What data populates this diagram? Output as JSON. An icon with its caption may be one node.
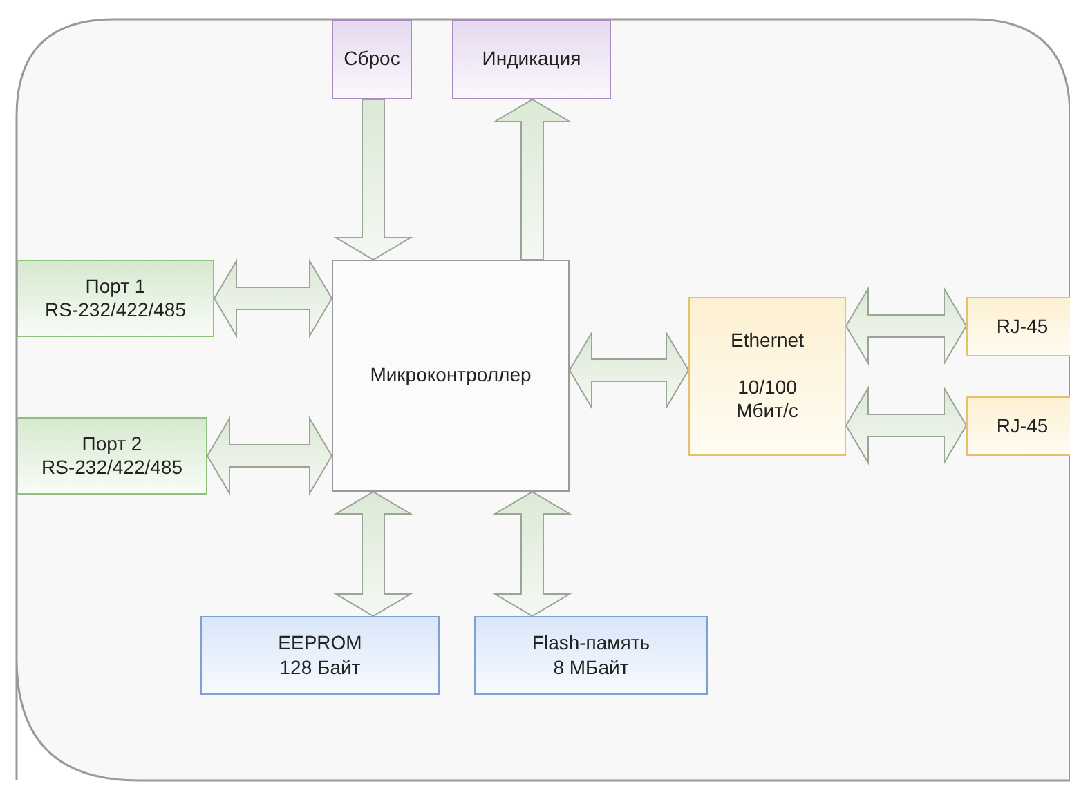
{
  "diagram": {
    "nodes": [
      {
        "text": [
          "Сброс"
        ]
      },
      {
        "text": [
          "Индикация"
        ]
      },
      {
        "text": [
          "Порт 1",
          "RS-232/422/485"
        ]
      },
      {
        "text": [
          "Микроконтроллер"
        ]
      },
      {
        "text": [
          "Порт 2",
          "RS-232/422/485"
        ]
      },
      {
        "text": [
          "Ethernet",
          "10/100 Мбит/с"
        ]
      },
      {
        "text": [
          "RJ-45"
        ]
      },
      {
        "text": [
          "RJ-45"
        ]
      },
      {
        "text": [
          "EEPROM",
          "128 Байт"
        ]
      },
      {
        "text": [
          "Flash-память",
          "8 МБайт"
        ]
      }
    ],
    "edges": [
      {
        "from": 0,
        "to": 3,
        "arrow": "to"
      },
      {
        "from": 3,
        "to": 1,
        "arrow": "to"
      },
      {
        "from": 2,
        "to": 3,
        "arrow": "both"
      },
      {
        "from": 4,
        "to": 3,
        "arrow": "both"
      },
      {
        "from": 3,
        "to": 5,
        "arrow": "both"
      },
      {
        "from": 5,
        "to": 6,
        "arrow": "both"
      },
      {
        "from": 5,
        "to": 7,
        "arrow": "both"
      },
      {
        "from": 3,
        "to": 8,
        "arrow": "both"
      },
      {
        "from": 3,
        "to": 9,
        "arrow": "both"
      }
    ]
  }
}
